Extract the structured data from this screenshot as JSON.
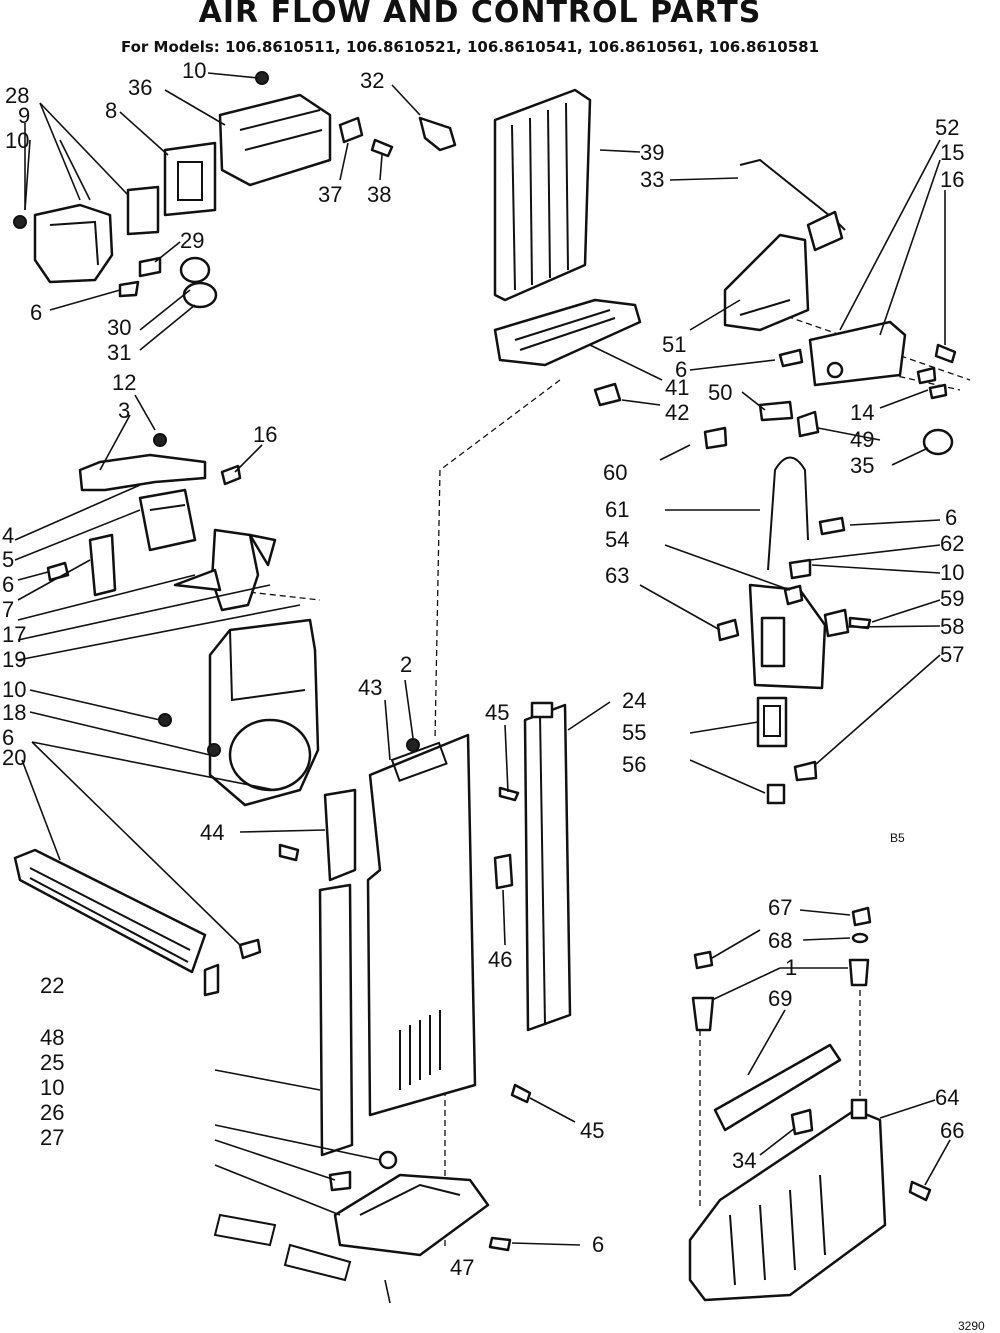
{
  "header": {
    "title": "AIR FLOW AND CONTROL PARTS",
    "models": "For Models: 106.8610511, 106.8610521, 106.8610541, 106.8610561, 106.8610581"
  },
  "callouts": [
    {
      "id": "c28",
      "label": "28"
    },
    {
      "id": "c9",
      "label": "9"
    },
    {
      "id": "c10a",
      "label": "10"
    },
    {
      "id": "c36",
      "label": "36"
    },
    {
      "id": "c10b",
      "label": "10"
    },
    {
      "id": "c8",
      "label": "8"
    },
    {
      "id": "c32",
      "label": "32"
    },
    {
      "id": "c37",
      "label": "37"
    },
    {
      "id": "c38",
      "label": "38"
    },
    {
      "id": "c29",
      "label": "29"
    },
    {
      "id": "c6a",
      "label": "6"
    },
    {
      "id": "c30",
      "label": "30"
    },
    {
      "id": "c31",
      "label": "31"
    },
    {
      "id": "c12",
      "label": "12"
    },
    {
      "id": "c3",
      "label": "3"
    },
    {
      "id": "c16a",
      "label": "16"
    },
    {
      "id": "c4",
      "label": "4"
    },
    {
      "id": "c5",
      "label": "5"
    },
    {
      "id": "c6b",
      "label": "6"
    },
    {
      "id": "c7",
      "label": "7"
    },
    {
      "id": "c17",
      "label": "17"
    },
    {
      "id": "c19",
      "label": "19"
    },
    {
      "id": "c10c",
      "label": "10"
    },
    {
      "id": "c18",
      "label": "18"
    },
    {
      "id": "c6c",
      "label": "6"
    },
    {
      "id": "c20",
      "label": "20"
    },
    {
      "id": "c22",
      "label": "22"
    },
    {
      "id": "c48",
      "label": "48"
    },
    {
      "id": "c25",
      "label": "25"
    },
    {
      "id": "c10d",
      "label": "10"
    },
    {
      "id": "c26",
      "label": "26"
    },
    {
      "id": "c27",
      "label": "27"
    },
    {
      "id": "c39",
      "label": "39"
    },
    {
      "id": "c33",
      "label": "33"
    },
    {
      "id": "c52",
      "label": "52"
    },
    {
      "id": "c15",
      "label": "15"
    },
    {
      "id": "c16b",
      "label": "16"
    },
    {
      "id": "c51",
      "label": "51"
    },
    {
      "id": "c6d",
      "label": "6"
    },
    {
      "id": "c41",
      "label": "41"
    },
    {
      "id": "c42",
      "label": "42"
    },
    {
      "id": "c50",
      "label": "50"
    },
    {
      "id": "c14",
      "label": "14"
    },
    {
      "id": "c49",
      "label": "49"
    },
    {
      "id": "c35",
      "label": "35"
    },
    {
      "id": "c60",
      "label": "60"
    },
    {
      "id": "c61",
      "label": "61"
    },
    {
      "id": "c6e",
      "label": "6"
    },
    {
      "id": "c54",
      "label": "54"
    },
    {
      "id": "c62",
      "label": "62"
    },
    {
      "id": "c63",
      "label": "63"
    },
    {
      "id": "c10e",
      "label": "10"
    },
    {
      "id": "c59",
      "label": "59"
    },
    {
      "id": "c58",
      "label": "58"
    },
    {
      "id": "c57",
      "label": "57"
    },
    {
      "id": "c2",
      "label": "2"
    },
    {
      "id": "c43",
      "label": "43"
    },
    {
      "id": "c45a",
      "label": "45"
    },
    {
      "id": "c24",
      "label": "24"
    },
    {
      "id": "c55",
      "label": "55"
    },
    {
      "id": "c56",
      "label": "56"
    },
    {
      "id": "c44",
      "label": "44"
    },
    {
      "id": "c46",
      "label": "46"
    },
    {
      "id": "c45b",
      "label": "45"
    },
    {
      "id": "c6f",
      "label": "6"
    },
    {
      "id": "c47",
      "label": "47"
    },
    {
      "id": "c67",
      "label": "67"
    },
    {
      "id": "c68",
      "label": "68"
    },
    {
      "id": "c1",
      "label": "1"
    },
    {
      "id": "c69",
      "label": "69"
    },
    {
      "id": "c64",
      "label": "64"
    },
    {
      "id": "c66",
      "label": "66"
    },
    {
      "id": "c34",
      "label": "34"
    }
  ],
  "section_mark": "B5",
  "footer_mark": "3290"
}
